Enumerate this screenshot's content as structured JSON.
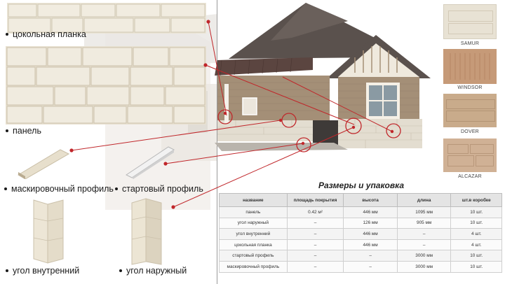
{
  "components": {
    "plinth_strip": "цокольная планка",
    "panel": "панель",
    "masking_profile": "маскировочный профиль",
    "starter_profile": "стартовый профиль",
    "inner_corner": "угол внутренний",
    "outer_corner": "угол наружный"
  },
  "swatches": [
    {
      "name": "SAMUR",
      "color": "#e8e2d4"
    },
    {
      "name": "WINDSOR",
      "color": "#c69a78"
    },
    {
      "name": "DOVER",
      "color": "#c9ab8b"
    },
    {
      "name": "ALCAZAR",
      "color": "#d0b195"
    }
  ],
  "colors": {
    "accent_red": "#c0262a",
    "siding": "#a48f77",
    "roof": "#5a514d",
    "stone": "#e3ddd0"
  },
  "table": {
    "title": "Размеры и упаковка",
    "headers": [
      "название",
      "площадь покрытия",
      "высота",
      "длина",
      "шт.в коробке"
    ],
    "rows": [
      [
        "панель",
        "0.42 м²",
        "446 мм",
        "1095 мм",
        "10 шт."
      ],
      [
        "угол наружный",
        "–",
        "126 мм",
        "905 мм",
        "10 шт."
      ],
      [
        "угол  внутренний",
        "–",
        "446 мм",
        "–",
        "4 шт."
      ],
      [
        "цокольная планка",
        "–",
        "446 мм",
        "–",
        "4 шт."
      ],
      [
        "стартовый профиль",
        "–",
        "–",
        "3000 мм",
        "10 шт."
      ],
      [
        "маскировочный профиль",
        "–",
        "–",
        "3000 мм",
        "10 шт."
      ]
    ]
  }
}
